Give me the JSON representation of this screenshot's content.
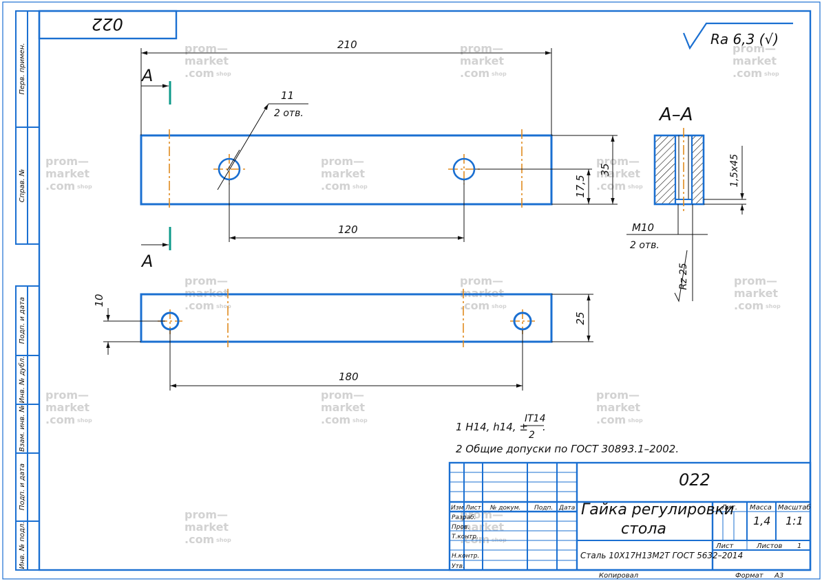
{
  "drawing": {
    "code": "022",
    "code_rotated": "022",
    "roughness_general": "Ra 6,3 (√)",
    "section_marker": "A",
    "section_title": "A–A",
    "colors": {
      "frame": "#1a6fd1",
      "axis": "#e08a1e",
      "marker": "#0e9a8a",
      "line": "#111111",
      "watermark": "#d2d2d2"
    }
  },
  "side_stamps": [
    "Перв. примен.",
    "Справ. №",
    "Подп. и дата",
    "Инв. № дубл.",
    "Взам. инв. №",
    "Подп. и дата",
    "Инв. № подл."
  ],
  "dimensions": {
    "overall_length": "210",
    "hole_diameter": "11",
    "hole_count": "2 отв.",
    "hole_spacing_top": "120",
    "height": "35",
    "center_height": "17,5",
    "chamfer": "1,5х45",
    "thread": "M10",
    "thread_count": "2 отв.",
    "thread_roughness": "Rz 25",
    "bottom_offset": "10",
    "bottom_height": "25",
    "hole_spacing_bottom": "180"
  },
  "notes": [
    {
      "prefix": "1  H14, h14, ±",
      "frac_num": "IT14",
      "frac_den": "2",
      "suffix": "."
    },
    {
      "text": "2  Общие допуски по ГОСТ 30893.1–2002."
    }
  ],
  "title_block": {
    "designation": "022",
    "name_line1": "Гайка регулировки",
    "name_line2": "стола",
    "material": "Сталь 10Х17Н13М2Т ГОСТ 5632–2014",
    "col_headers": [
      "Изм",
      "Лист",
      "№ докум.",
      "Подп.",
      "Дата"
    ],
    "row_labels": [
      "Разраб.",
      "Пров.",
      "Т.контр.",
      "",
      "Н.контр.",
      "Утв."
    ],
    "lit_label": "Лит.",
    "mass_label": "Масса",
    "scale_label": "Масштаб",
    "mass": "1,4",
    "scale": "1:1",
    "sheet_label": "Лист",
    "sheets_label": "Листов",
    "sheets": "1",
    "copied_label": "Копировал",
    "format_label": "Формат",
    "format": "А3"
  },
  "watermark": {
    "line1": "prom—",
    "line2": "market",
    "line3": ".com",
    "suffix": "shop"
  }
}
